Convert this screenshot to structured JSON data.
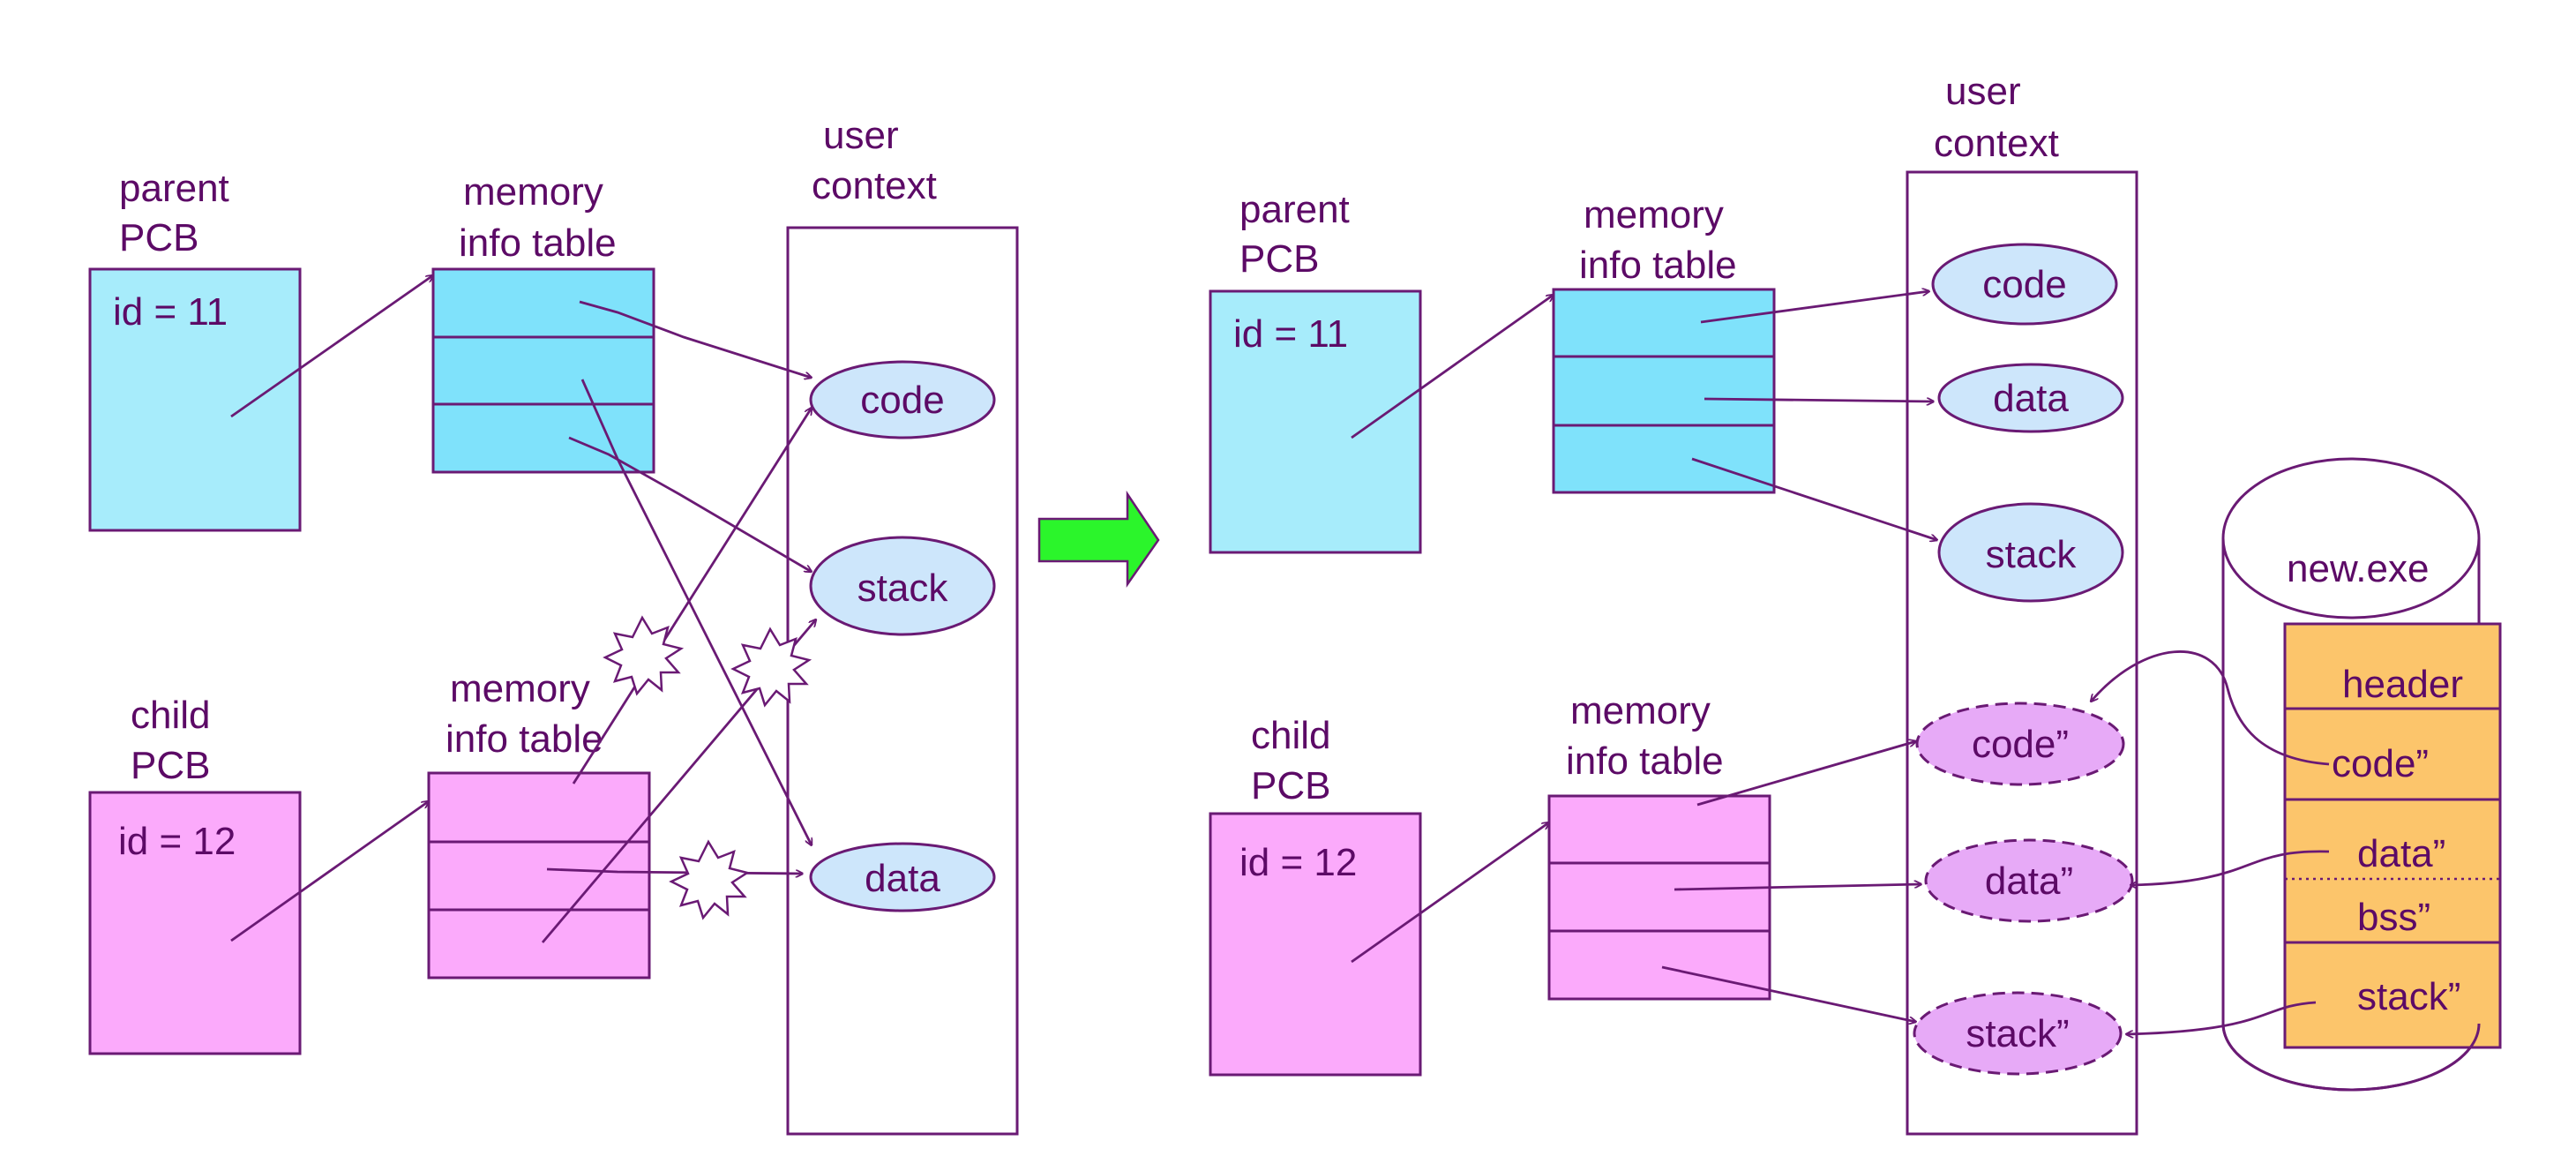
{
  "colors": {
    "outline": "#6a1a74",
    "text": "#5c0a66",
    "parent_fill": "#a7ecfb",
    "table_blue_fill": "#7fe2fb",
    "child_fill": "#fbaafb",
    "oval_fill": "#cde6fb",
    "oval_new_fill": "#e7aaf7",
    "file_segment_fill": "#fcc56b",
    "arrow_green": "#2bf52b"
  },
  "icons": {
    "transition_arrow": "green-right-arrow-icon",
    "conflict_mark": "starburst-icon"
  },
  "before": {
    "parent_pcb": {
      "title_line1": "parent",
      "title_line2": "PCB",
      "id_text": "id = 11"
    },
    "parent_table": {
      "title_line1": "memory",
      "title_line2": "info table"
    },
    "child_pcb": {
      "title_line1": "child",
      "title_line2": "PCB",
      "id_text": "id = 12"
    },
    "child_table": {
      "title_line1": "memory",
      "title_line2": "info table"
    },
    "user_context": {
      "title_line1": "user",
      "title_line2": "context",
      "segments": [
        "code",
        "stack",
        "data"
      ]
    }
  },
  "after": {
    "parent_pcb": {
      "title_line1": "parent",
      "title_line2": "PCB",
      "id_text": "id = 11"
    },
    "parent_table": {
      "title_line1": "memory",
      "title_line2": "info table"
    },
    "child_pcb": {
      "title_line1": "child",
      "title_line2": "PCB",
      "id_text": "id = 12"
    },
    "child_table": {
      "title_line1": "memory",
      "title_line2": "info table"
    },
    "user_context": {
      "title_line1": "user",
      "title_line2": "context",
      "segments": [
        "code",
        "data",
        "stack"
      ],
      "new_segments": [
        "code”",
        "data”",
        "stack”"
      ]
    },
    "file": {
      "name": "new.exe",
      "sections": [
        "header",
        "code”",
        "data”",
        "bss”",
        "stack”"
      ]
    }
  }
}
